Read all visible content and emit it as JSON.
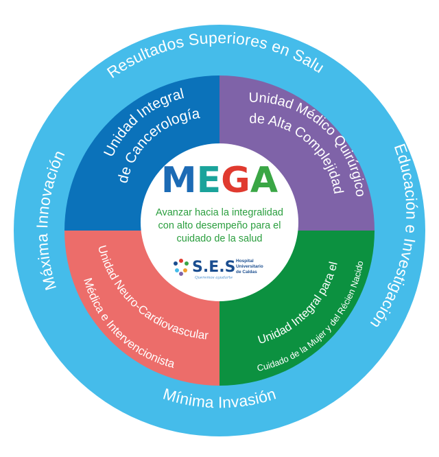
{
  "colors": {
    "outer_ring": "#45bcea",
    "q_top_left": "#0b72ba",
    "q_top_right": "#7f63a8",
    "q_bottom_left": "#ec6d6a",
    "q_bottom_right": "#0c9140",
    "center": "#ffffff",
    "mega_m": "#1c6bb5",
    "mega_e": "#1aa39b",
    "mega_g": "#e03a2f",
    "mega_a": "#3aa645"
  },
  "ring": {
    "top": "Resultados Superiores en Salud",
    "right": "Educación e Investigación",
    "bottom": "Mínima Invasión",
    "left": "Máxima Innovación"
  },
  "quadrants": {
    "top_left": {
      "line1": "Unidad Integral",
      "line2": "de Cancerología"
    },
    "top_right": {
      "line1": "Unidad Médico Quirúrgico",
      "line2": "de Alta Complejidad"
    },
    "bottom_left": {
      "line1": "Unidad Neuro-Cardiovascular",
      "line2": "Médica e Intervencionista"
    },
    "bottom_right": {
      "line1": "Unidad Integral para el",
      "line2": "Cuidado de la Mujer y del Récien Nacido"
    }
  },
  "center": {
    "title_letters": [
      "M",
      "E",
      "G",
      "A"
    ],
    "tagline_lines": [
      "Avanzar hacia la integralidad",
      "con alto desempeño para el",
      "cuidado de la salud"
    ],
    "logo": {
      "name": "S.E.S",
      "line1": "Hospital",
      "line2": "Universitario",
      "line3": "de Caldas",
      "slogan": "Queremos ayudarte"
    }
  }
}
